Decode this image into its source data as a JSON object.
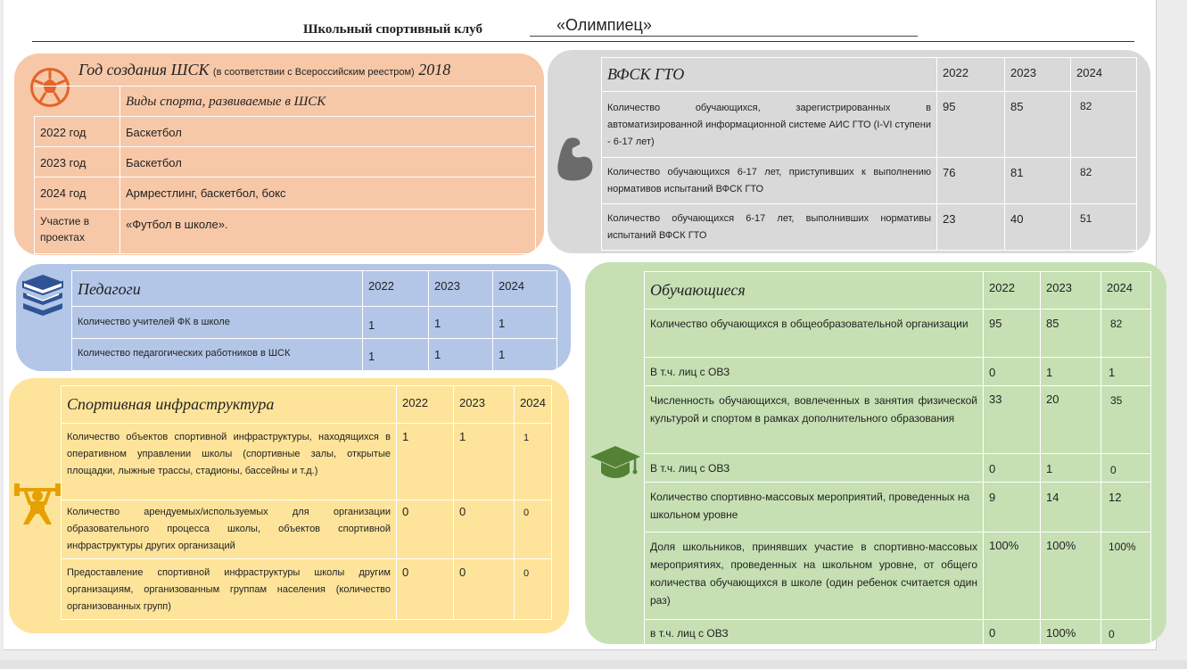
{
  "header": {
    "prefix": "Школьный спортивный клуб",
    "club_name": "«Олимпиец»"
  },
  "club_info": {
    "title": "Год создания ШСК",
    "note": "(в соответствии с Всероссийским реестром)",
    "year": "2018",
    "sports_header": "Виды спорта, развиваемые в ШСК",
    "rows": [
      {
        "label": "2022 год",
        "value": "Баскетбол"
      },
      {
        "label": "2023 год",
        "value": "Баскетбол"
      },
      {
        "label": "2024 год",
        "value": "Армрестлинг, баскетбол, бокс"
      },
      {
        "label": "Участие в проектах",
        "value": "«Футбол в школе»."
      }
    ]
  },
  "gto": {
    "title": "ВФСК ГТО",
    "years": [
      "2022",
      "2023",
      "2024"
    ],
    "rows": [
      {
        "label": "Количество обучающихся, зарегистрированных в автоматизированной информационной системе АИС ГТО (I-VI ступени - 6-17 лет)",
        "values": [
          "95",
          "85",
          "82"
        ]
      },
      {
        "label": "Количество обучающихся 6-17 лет, приступивших к выполнению нормативов испытаний ВФСК ГТО",
        "values": [
          "76",
          "81",
          "82"
        ]
      },
      {
        "label": "Количество обучающихся 6-17 лет, выполнивших нормативы испытаний ВФСК ГТО",
        "values": [
          "23",
          "40",
          "51"
        ]
      }
    ]
  },
  "teachers": {
    "title": "Педагоги",
    "years": [
      "2022",
      "2023",
      "2024"
    ],
    "rows": [
      {
        "label": "Количество учителей ФК в школе",
        "values": [
          "1",
          "1",
          "1"
        ]
      },
      {
        "label": "Количество педагогических работников в ШСК",
        "values": [
          "1",
          "1",
          "1"
        ]
      }
    ]
  },
  "infrastructure": {
    "title": "Спортивная инфраструктура",
    "years": [
      "2022",
      "2023",
      "2024"
    ],
    "rows": [
      {
        "label": "Количество объектов спортивной инфраструктуры, находящихся в оперативном управлении школы (спортивные залы, открытые площадки, лыжные трассы, стадионы, бассейны и т.д.)",
        "values": [
          "1",
          "1",
          "1"
        ]
      },
      {
        "label": "Количество арендуемых/используемых для организации образовательного процесса школы, объектов спортивной инфраструктуры других организаций",
        "values": [
          "0",
          "0",
          "0"
        ]
      },
      {
        "label": "Предоставление спортивной инфраструктуры школы другим организациям, организованным группам населения (количество организованных групп)",
        "values": [
          "0",
          "0",
          "0"
        ]
      }
    ]
  },
  "students": {
    "title": "Обучающиеся",
    "years": [
      "2022",
      "2023",
      "2024"
    ],
    "rows": [
      {
        "label": "Количество обучающихся в общеобразовательной организации",
        "values": [
          "95",
          "85",
          "82"
        ]
      },
      {
        "label": "В т.ч. лиц с ОВЗ",
        "values": [
          "0",
          "1",
          "1"
        ]
      },
      {
        "label": "Численность обучающихся, вовлеченных в занятия физической культурой и спортом в рамках дополнительного образования",
        "values": [
          "33",
          "20",
          "35"
        ]
      },
      {
        "label": "В т.ч. лиц с ОВЗ",
        "values": [
          "0",
          "1",
          "0"
        ]
      },
      {
        "label": "Количество спортивно-массовых мероприятий, проведенных на школьном уровне",
        "values": [
          "9",
          "14",
          "12"
        ]
      },
      {
        "label": "Доля школьников, принявших участие в спортивно-массовых мероприятиях, проведенных на школьном уровне, от общего количества обучающихся в школе (один ребенок считается один раз)",
        "values": [
          "100%",
          "100%",
          "100%"
        ]
      },
      {
        "label": "в т.ч. лиц с ОВЗ",
        "values": [
          "0",
          "100%",
          "0"
        ]
      }
    ]
  },
  "icons": [
    "soccer-ball-icon",
    "muscle-arm-icon",
    "books-icon",
    "weightlifter-icon",
    "graduation-cap-icon"
  ],
  "colors": {
    "orange": "#f7c8a8",
    "gray": "#d9d9d9",
    "blue": "#b3c6e7",
    "yellow": "#fee49a",
    "green": "#c6e0b4",
    "ball": "#e2652a",
    "arm": "#6b6b6b",
    "books": "#2f5496",
    "lifter": "#e6a000",
    "cap": "#548235"
  }
}
